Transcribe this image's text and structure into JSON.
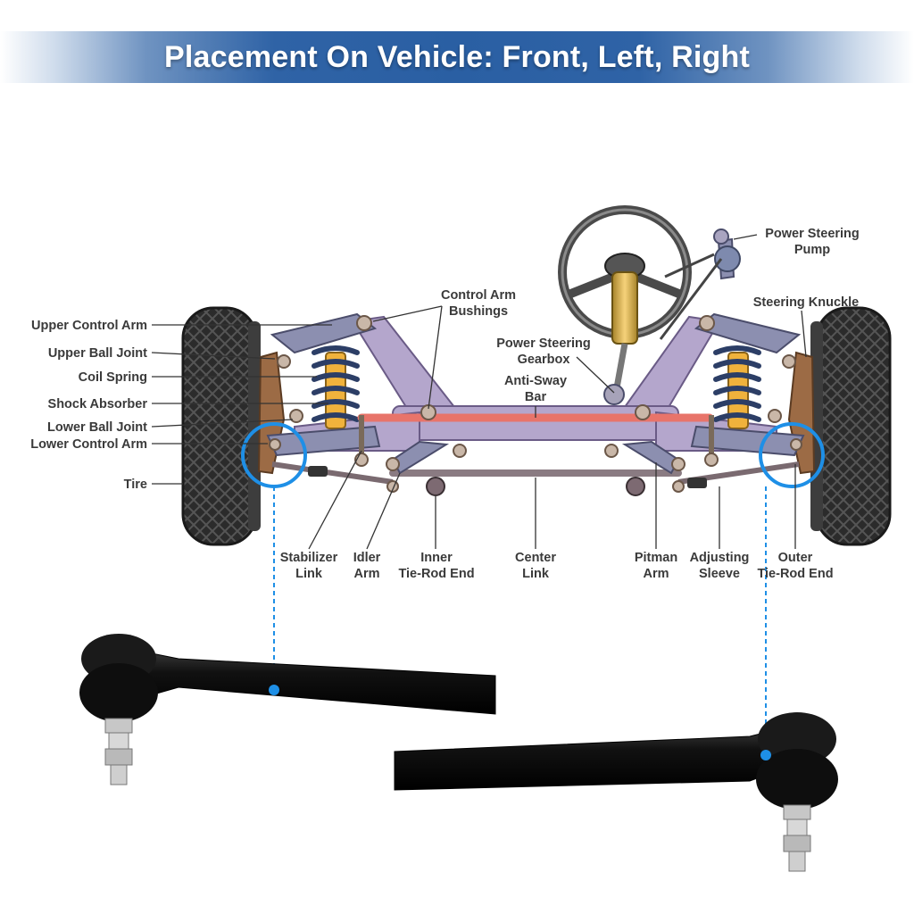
{
  "title": "Placement On Vehicle: Front, Left, Right",
  "labels": {
    "upper_control_arm": "Upper Control Arm",
    "upper_ball_joint": "Upper Ball Joint",
    "coil_spring": "Coil Spring",
    "shock_absorber": "Shock Absorber",
    "lower_ball_joint": "Lower Ball Joint",
    "lower_control_arm": "Lower Control Arm",
    "tire": "Tire",
    "control_arm_bushings_1": "Control Arm",
    "control_arm_bushings_2": "Bushings",
    "power_steering_gearbox_1": "Power Steering",
    "power_steering_gearbox_2": "Gearbox",
    "anti_sway_bar_1": "Anti-Sway",
    "anti_sway_bar_2": "Bar",
    "power_steering_pump_1": "Power Steering",
    "power_steering_pump_2": "Pump",
    "steering_knuckle": "Steering Knuckle",
    "stabilizer_link_1": "Stabilizer",
    "stabilizer_link_2": "Link",
    "idler_arm_1": "Idler",
    "idler_arm_2": "Arm",
    "inner_tie_rod_end_1": "Inner",
    "inner_tie_rod_end_2": "Tie-Rod End",
    "center_link_1": "Center",
    "center_link_2": "Link",
    "pitman_arm_1": "Pitman",
    "pitman_arm_2": "Arm",
    "adjusting_sleeve_1": "Adjusting",
    "adjusting_sleeve_2": "Sleeve",
    "outer_tie_rod_end_1": "Outer",
    "outer_tie_rod_end_2": "Tie-Rod End"
  },
  "colors": {
    "banner": "#2a5fa3",
    "highlight_circle": "#1e8fe6",
    "frame": "#b4a6cc",
    "sway_bar": "#e8746a",
    "spring": "#2c3e66",
    "shock": "#f0b23c",
    "tie_rod": "#111111"
  }
}
